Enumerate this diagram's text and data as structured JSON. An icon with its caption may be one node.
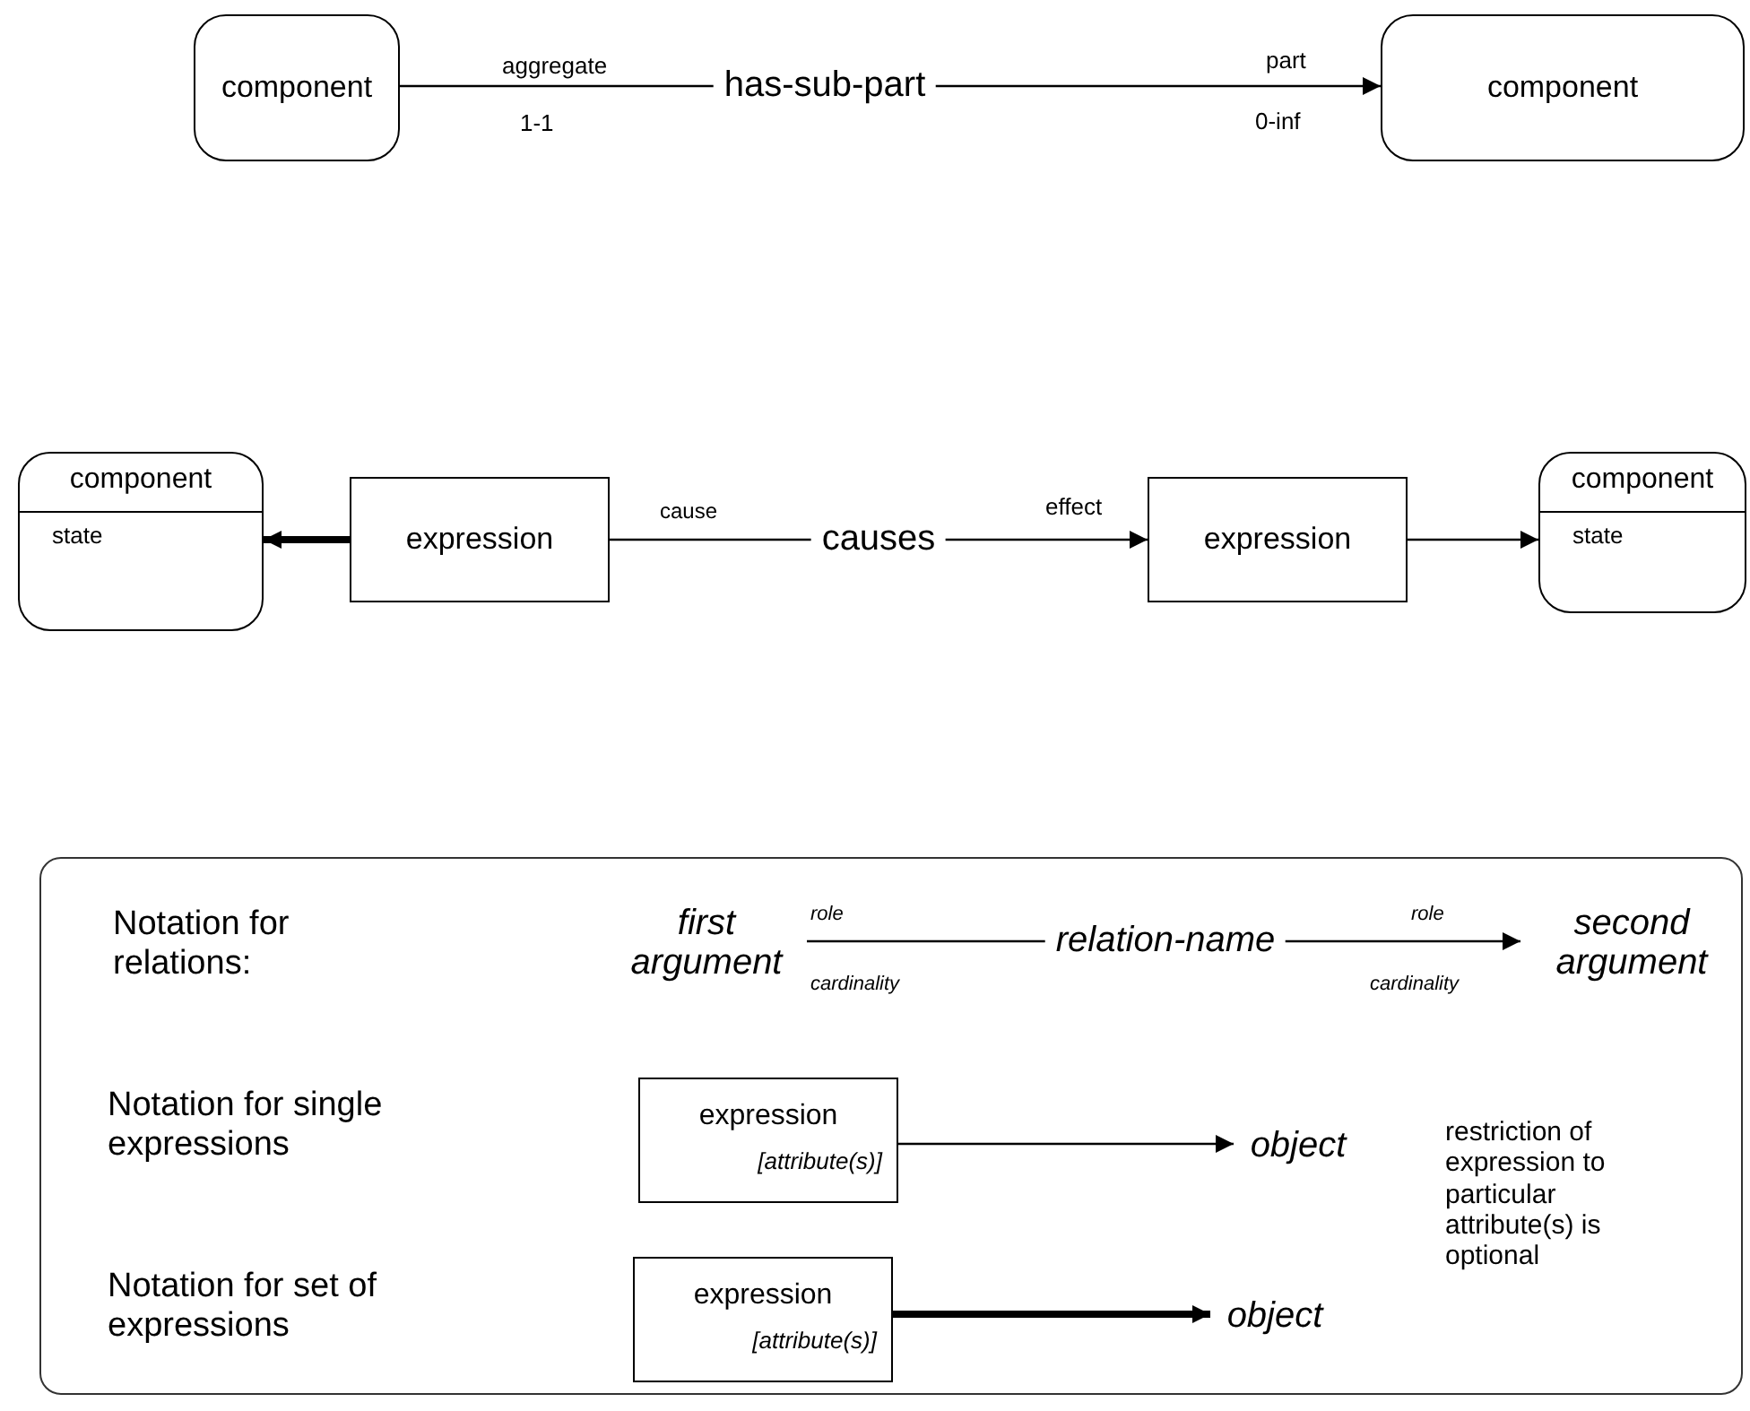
{
  "diagram": {
    "nodes": [
      {
        "text": [
          "component"
        ]
      },
      {
        "text": [
          "component"
        ]
      },
      {
        "text": [
          "component",
          "state"
        ]
      },
      {
        "text": [
          "expression"
        ]
      },
      {
        "text": [
          "expression"
        ]
      },
      {
        "text": [
          "component",
          "state"
        ]
      },
      {
        "text": [],
        "shape": "box"
      },
      {
        "text": [
          "first argument"
        ],
        "in": 6
      },
      {
        "text": [
          "second argument"
        ],
        "in": 6
      },
      {
        "text": [
          "expression",
          "[attribute(s)]"
        ],
        "in": 6
      },
      {
        "text": [
          "object"
        ],
        "in": 6
      },
      {
        "text": [
          "expression",
          "[attribute(s)]"
        ],
        "in": 6
      },
      {
        "text": [
          "object"
        ],
        "in": 6
      }
    ],
    "edges": [
      {
        "from": 0,
        "to": 1,
        "arrow": "to",
        "label": "has-sub-part"
      },
      {
        "from": 3,
        "to": 2,
        "arrow": "to",
        "style": "thick"
      },
      {
        "from": 3,
        "to": 4,
        "arrow": "to",
        "label": "causes"
      },
      {
        "from": 4,
        "to": 5,
        "arrow": "to"
      },
      {
        "from": 7,
        "to": 8,
        "arrow": "to",
        "label": "relation-name"
      },
      {
        "from": 9,
        "to": 10,
        "arrow": "to"
      },
      {
        "from": 11,
        "to": 12,
        "arrow": "to",
        "style": "thick"
      }
    ],
    "labels": [
      "aggregate",
      "1-1",
      "part",
      "0-inf",
      "cause",
      "effect",
      "Notation for relations:",
      "role",
      "role",
      "cardinality",
      "cardinality",
      "Notation for single expressions",
      "restriction of expression to particular attribute(s) is optional",
      "Notation for set of expressions"
    ]
  }
}
